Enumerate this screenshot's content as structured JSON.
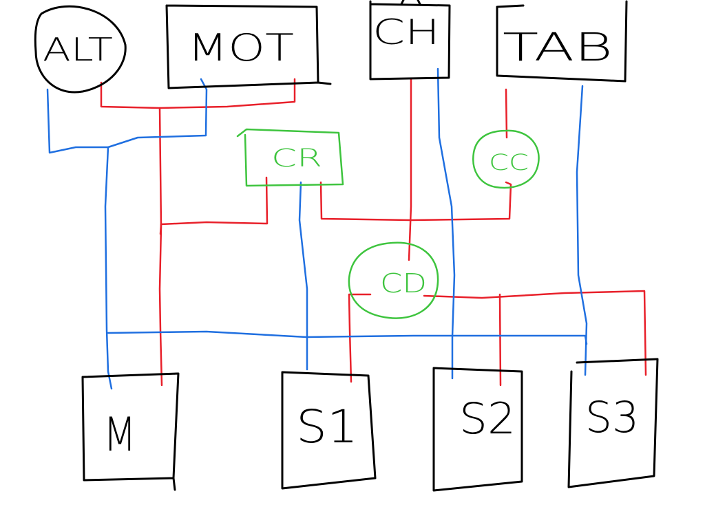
{
  "colors": {
    "ink": "#000000",
    "module": "#3ec43e",
    "power_wire": "#e8202a",
    "signal_wire": "#1f6fe0",
    "background": "#ffffff"
  },
  "top_blocks": {
    "alt": "ALT",
    "mot": "MOT",
    "ch": "CH",
    "tab": "TAB"
  },
  "modules": {
    "cr": "CR",
    "cc": "CC",
    "cd": "CD"
  },
  "bottom_blocks": {
    "m": "M",
    "s1": "S1",
    "s2": "S2",
    "s3": "S3"
  }
}
